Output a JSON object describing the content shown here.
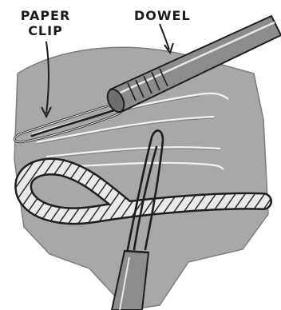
{
  "labels": {
    "paper_clip_line1": "PAPER",
    "paper_clip_line2": "CLIP",
    "dowel": "DOWEL"
  }
}
